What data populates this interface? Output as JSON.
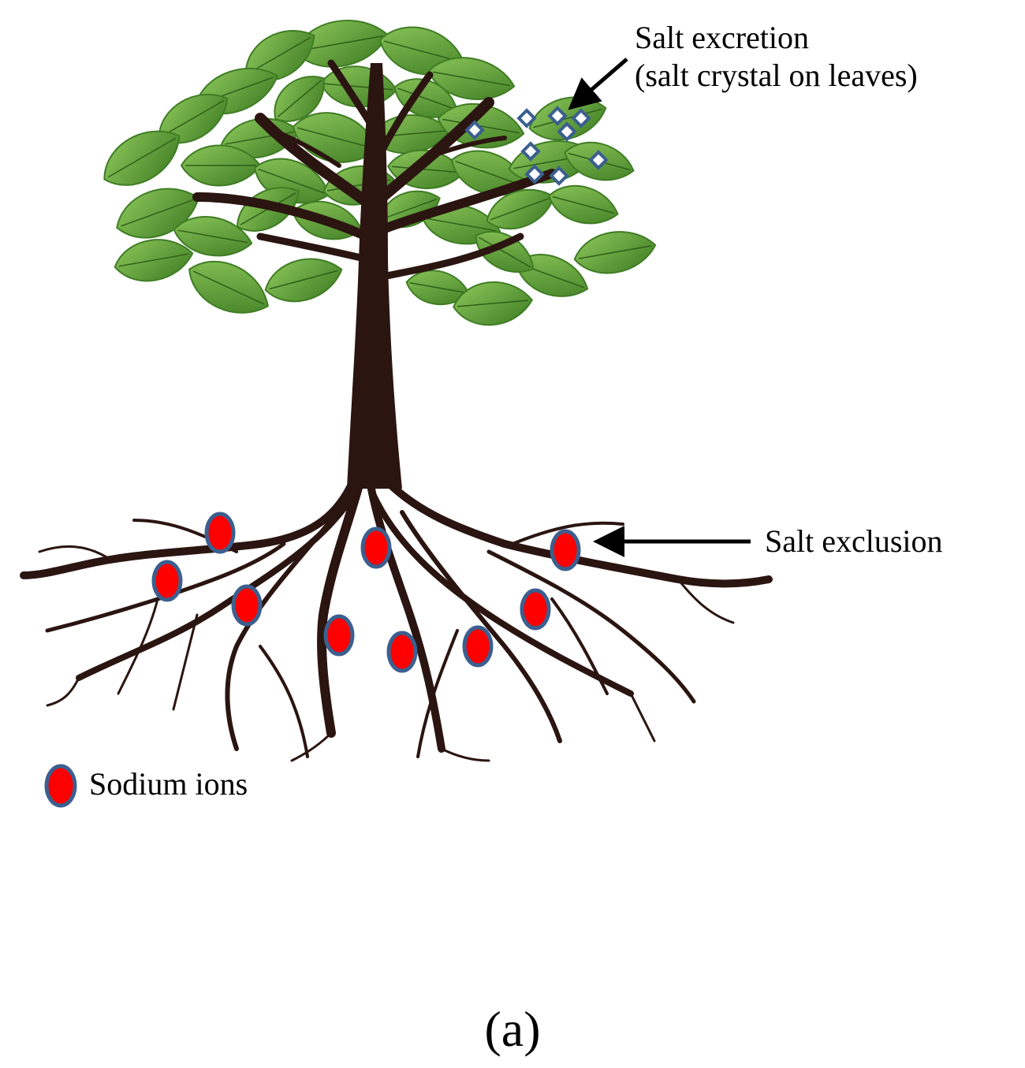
{
  "annotations": {
    "excretion_line1": "Salt excretion",
    "excretion_line2": "(salt crystal on leaves)",
    "exclusion": "Salt exclusion"
  },
  "legend": {
    "sodium_label": "Sodium ions"
  },
  "panel_label": "(a)",
  "colors": {
    "leaf": "#5a9e36",
    "leaf_dark": "#3f7d24",
    "trunk": "#2b1510",
    "ion_fill": "#ff0000",
    "ion_stroke": "#3b5f8f",
    "crystal_stroke": "#3b5f8f"
  }
}
